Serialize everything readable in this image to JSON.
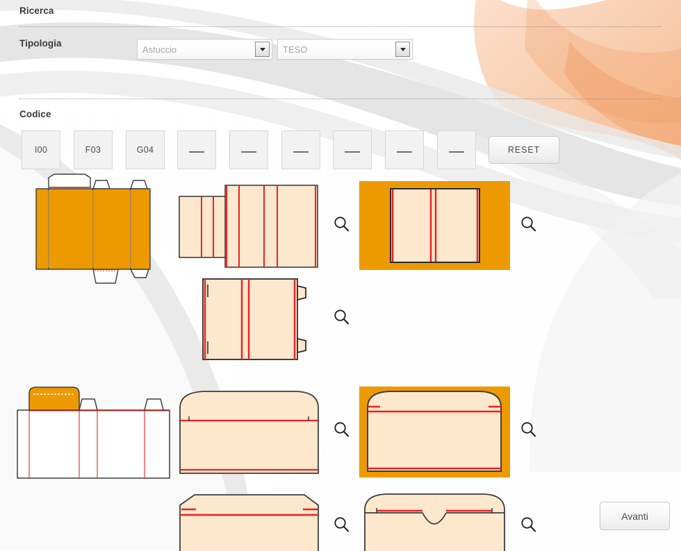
{
  "page": {
    "title": "Ricerca",
    "language": "it"
  },
  "search": {
    "heading": "Ricerca",
    "tipologia_label": "Tipologia",
    "selects": [
      {
        "name": "tipologia-primary",
        "value": "Astuccio",
        "placeholder": "Astuccio",
        "arrow_icon": "chevron-down-icon"
      },
      {
        "name": "tipologia-secondary",
        "value": "TESO",
        "placeholder": "TESO",
        "arrow_icon": "chevron-down-icon"
      }
    ]
  },
  "codice": {
    "heading": "Codice",
    "chips": [
      {
        "label": "I00",
        "filled": true
      },
      {
        "label": "F03",
        "filled": true
      },
      {
        "label": "G04",
        "filled": true
      },
      {
        "label": "",
        "filled": false
      },
      {
        "label": "",
        "filled": false
      },
      {
        "label": "",
        "filled": false
      },
      {
        "label": "",
        "filled": false
      },
      {
        "label": "",
        "filled": false
      },
      {
        "label": "",
        "filled": false
      }
    ],
    "reset_label": "RESET"
  },
  "footer": {
    "next_label": "Avanti"
  },
  "colors": {
    "orange": "#ED9A00",
    "orange_dark": "#E08E00",
    "cream": "#FDE8CE",
    "red": "#EE2020",
    "outline": "#3d3d3d",
    "bg_gray": "#e9e9e9",
    "bg_peach": "#f8cdae",
    "text": "#3a3a3a",
    "chip_bg": "#f2f2f2"
  },
  "diagrams": {
    "group_a": {
      "name": "astuccio-teso-group",
      "preview": {
        "name": "diagram-preview-orange-sleeve",
        "selected": true,
        "fill": "#ED9A00"
      },
      "options": [
        {
          "name": "diagram-option-a1",
          "selected": false,
          "zoom_icon": "magnifier-icon",
          "fill": "#FDE8CE"
        },
        {
          "name": "diagram-option-a2",
          "selected": true,
          "zoom_icon": "magnifier-icon",
          "fill": "#FDE8CE"
        },
        {
          "name": "diagram-option-a3",
          "selected": false,
          "zoom_icon": "magnifier-icon",
          "fill": "#FDE8CE"
        }
      ]
    },
    "group_b": {
      "name": "astuccio-coperchio-group",
      "preview": {
        "name": "diagram-preview-white-tray",
        "selected": false,
        "fill": "#ffffff",
        "flap_fill": "#ED9A00"
      },
      "options": [
        {
          "name": "diagram-option-b1",
          "selected": false,
          "zoom_icon": "magnifier-icon",
          "fill": "#FDE8CE"
        },
        {
          "name": "diagram-option-b2",
          "selected": true,
          "zoom_icon": "magnifier-icon",
          "fill": "#FDE8CE"
        },
        {
          "name": "diagram-option-b3",
          "selected": false,
          "zoom_icon": "magnifier-icon",
          "fill": "#FDE8CE"
        },
        {
          "name": "diagram-option-b4",
          "selected": false,
          "zoom_icon": "magnifier-icon",
          "fill": "#FDE8CE"
        }
      ]
    }
  }
}
